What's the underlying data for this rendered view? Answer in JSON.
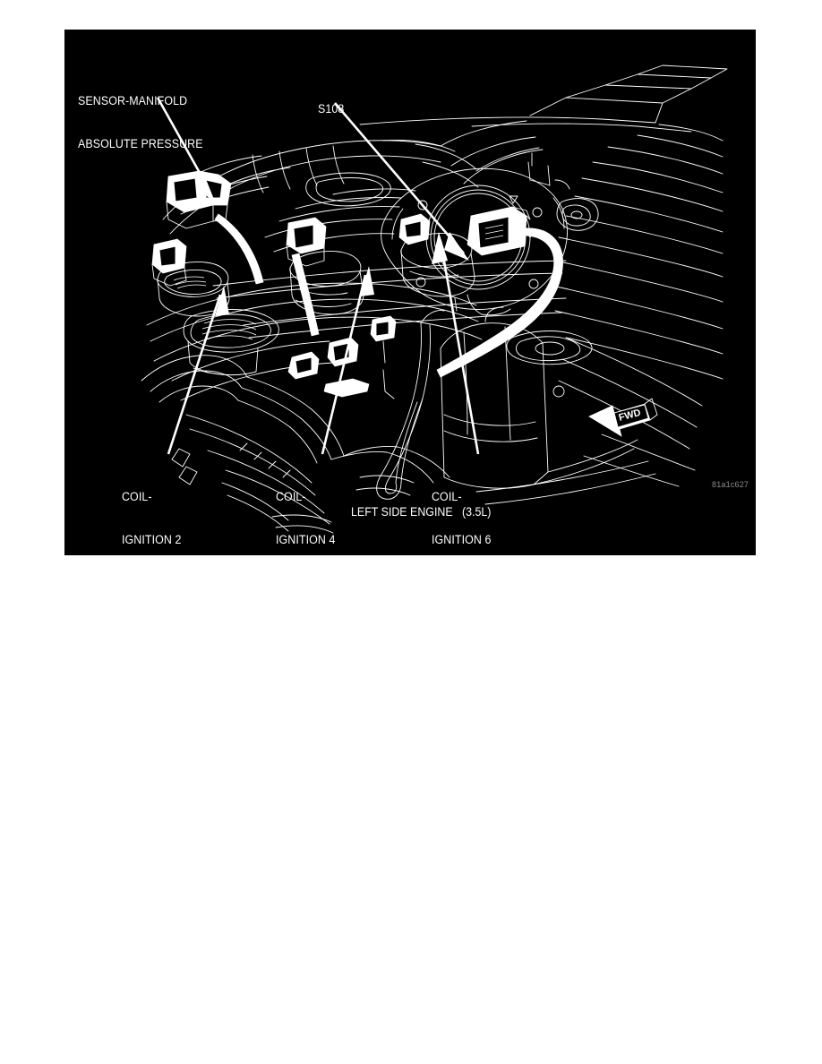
{
  "document": {
    "background_color": "#ffffff",
    "panel_color": "#000000",
    "line_color": "#ffffff"
  },
  "figure": {
    "caption": "LEFT SIDE ENGINE   (3.5L)",
    "figure_id": "81a1c627",
    "direction_marker": "FWD",
    "callouts": [
      {
        "id": "sensor-manifold-absolute-pressure",
        "line1": "SENSOR-MANIFOLD",
        "line2": "ABSOLUTE PRESSURE"
      },
      {
        "id": "s108",
        "line1": "S108",
        "line2": ""
      },
      {
        "id": "coil-ignition-2",
        "line1": "COIL-",
        "line2": "IGNITION 2"
      },
      {
        "id": "coil-ignition-4",
        "line1": "COIL-",
        "line2": "IGNITION 4"
      },
      {
        "id": "coil-ignition-6",
        "line1": "COIL-",
        "line2": "IGNITION 6"
      }
    ]
  }
}
